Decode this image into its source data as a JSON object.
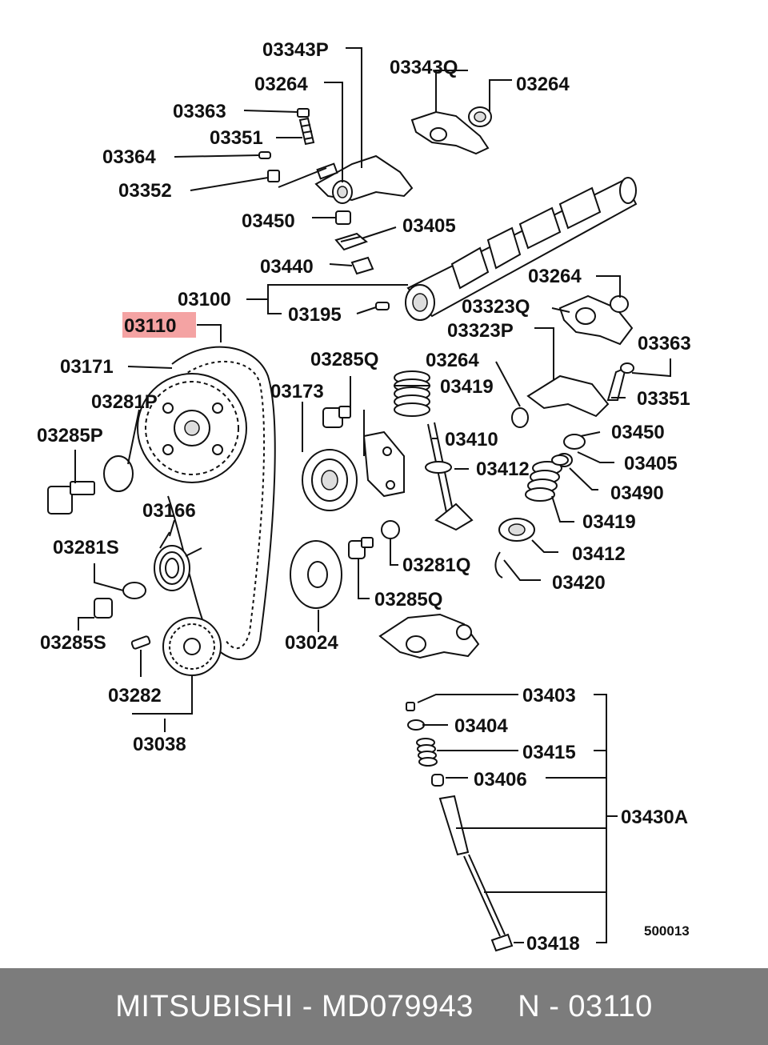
{
  "highlight_color": "#f4a3a3",
  "footer": {
    "brand": "MITSUBISHI",
    "sep1": " - ",
    "part_number": "MD079943",
    "ref_prefix": "N - ",
    "ref_number": "03110",
    "background": "#7c7c7c"
  },
  "diagram_id": "500013",
  "labels": {
    "l03343P": "03343P",
    "l03343Q": "03343Q",
    "l03264a": "03264",
    "l03264b": "03264",
    "l03363a": "03363",
    "l03351a": "03351",
    "l03364": "03364",
    "l03352": "03352",
    "l03450a": "03450",
    "l03405a": "03405",
    "l03440": "03440",
    "l03100": "03100",
    "l03195": "03195",
    "l03264c": "03264",
    "l03323Q": "03323Q",
    "l03110": "03110",
    "l03323P": "03323P",
    "l03363b": "03363",
    "l03171": "03171",
    "l03285Qa": "03285Q",
    "l03264d": "03264",
    "l03419a": "03419",
    "l03281P": "03281P",
    "l03173": "03173",
    "l03351b": "03351",
    "l03285P": "03285P",
    "l03410": "03410",
    "l03450b": "03450",
    "l03412a": "03412",
    "l03405b": "03405",
    "l03490": "03490",
    "l03166": "03166",
    "l03419b": "03419",
    "l03281S": "03281S",
    "l03412b": "03412",
    "l03281Q": "03281Q",
    "l03420": "03420",
    "l03285Qb": "03285Q",
    "l03285S": "03285S",
    "l03024": "03024",
    "l03282": "03282",
    "l03038": "03038",
    "l03403": "03403",
    "l03404": "03404",
    "l03415": "03415",
    "l03406": "03406",
    "l03430A": "03430A",
    "l03418": "03418"
  }
}
